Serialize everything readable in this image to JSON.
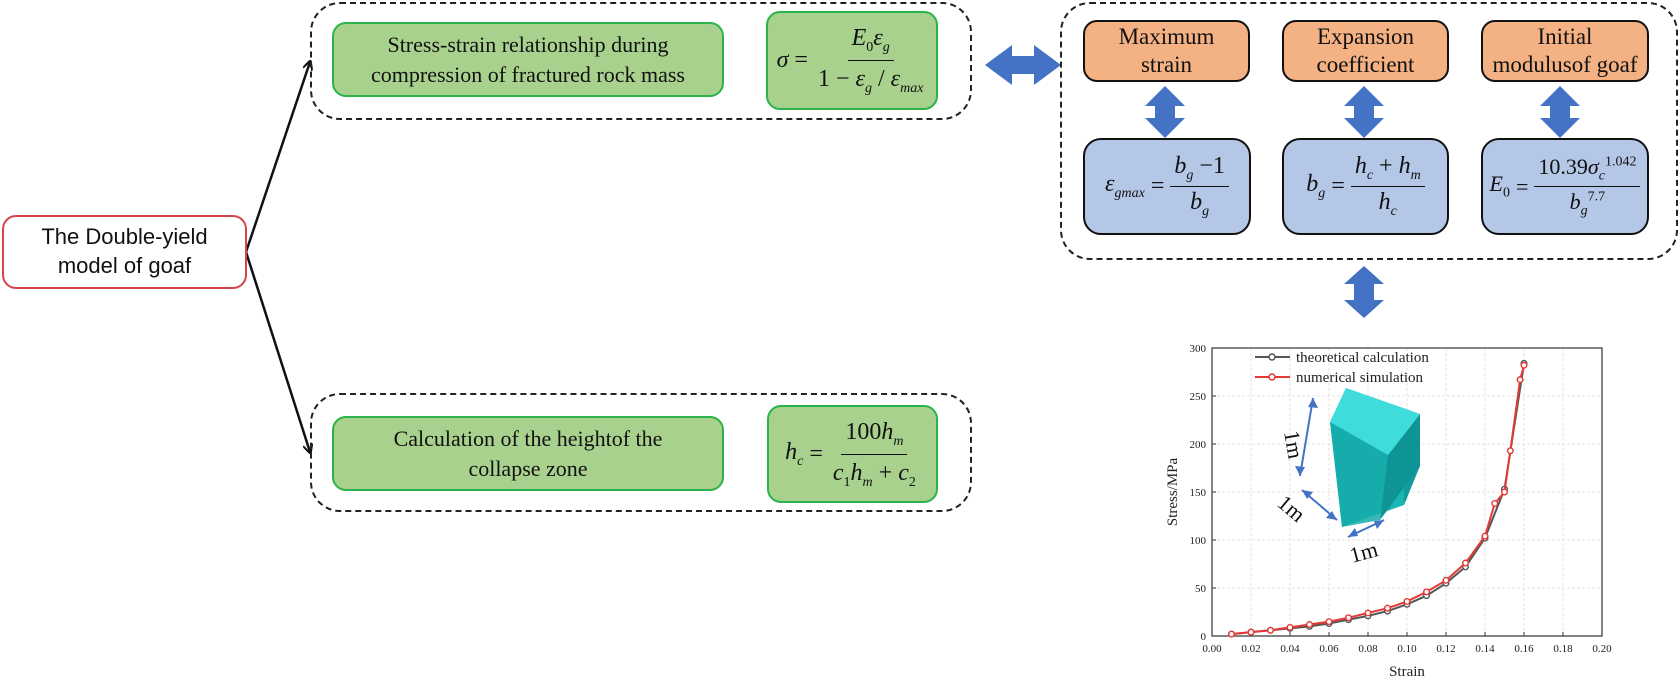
{
  "root": {
    "label": "The Double-yield\nmodel of goaf"
  },
  "top_group": {
    "label": "Stress-strain relationship during\ncompression of fractured rock mass",
    "formula": "σ = E₀ε_g / (1 − ε_g / ε_max)"
  },
  "bottom_group": {
    "label": "Calculation of the heightof the\ncollapse zone",
    "formula": "h_c = 100h_m / (c₁h_m + c₂)"
  },
  "params": [
    {
      "title": "Maximum\nstrain",
      "formula": "ε_gmax = (b_g − 1) / b_g"
    },
    {
      "title": "Expansion\ncoefficient",
      "formula": "b_g = (h_c + h_m) / h_c"
    },
    {
      "title": "Initial\nmodulusof goaf",
      "formula": "E₀ = 10.39σ_c^1.042 / b_g^7.7"
    }
  ],
  "inset": {
    "dim_labels": [
      "1m",
      "1m",
      "1m"
    ]
  },
  "colors": {
    "green_fill": "#a9d18e",
    "green_border": "#2cb24c",
    "orange_fill": "#f4b183",
    "blue_fill": "#b4c7e7",
    "arrow_blue": "#4472c4",
    "root_border": "#d64545",
    "series_theory": "#555555",
    "series_sim": "#e53935"
  },
  "chart_data": {
    "type": "line",
    "xlabel": "Strain",
    "ylabel": "Stress/MPa",
    "xlim": [
      0,
      0.2
    ],
    "ylim": [
      0,
      300
    ],
    "xticks": [
      0,
      0.02,
      0.04,
      0.06,
      0.08,
      0.1,
      0.12,
      0.14,
      0.16,
      0.18,
      0.2
    ],
    "xtick_labels": [
      "0.00",
      "0.02",
      "0.04",
      "0.06",
      "0.08",
      "0.10",
      "0.12",
      "0.14",
      "0.16",
      "0.18",
      "0.20"
    ],
    "yticks": [
      0,
      50,
      100,
      150,
      200,
      250,
      300
    ],
    "ytick_labels": [
      "0",
      "50",
      "100",
      "150",
      "200",
      "250",
      "300"
    ],
    "grid": true,
    "legend": "top-left",
    "series": [
      {
        "name": "theoretical calculation",
        "x": [
          0.01,
          0.02,
          0.03,
          0.04,
          0.05,
          0.06,
          0.07,
          0.08,
          0.09,
          0.1,
          0.11,
          0.12,
          0.13,
          0.14,
          0.15,
          0.16
        ],
        "y": [
          2,
          4,
          6,
          8,
          10,
          13,
          17,
          21,
          26,
          33,
          42,
          55,
          72,
          102,
          153,
          284
        ]
      },
      {
        "name": "numerical simulation",
        "x": [
          0.01,
          0.02,
          0.03,
          0.04,
          0.05,
          0.06,
          0.07,
          0.08,
          0.09,
          0.1,
          0.11,
          0.12,
          0.13,
          0.14,
          0.145,
          0.15,
          0.153,
          0.158,
          0.16
        ],
        "y": [
          2,
          4,
          6,
          9,
          12,
          15,
          19,
          24,
          29,
          36,
          46,
          58,
          76,
          104,
          138,
          150,
          193,
          267,
          282
        ]
      }
    ]
  }
}
